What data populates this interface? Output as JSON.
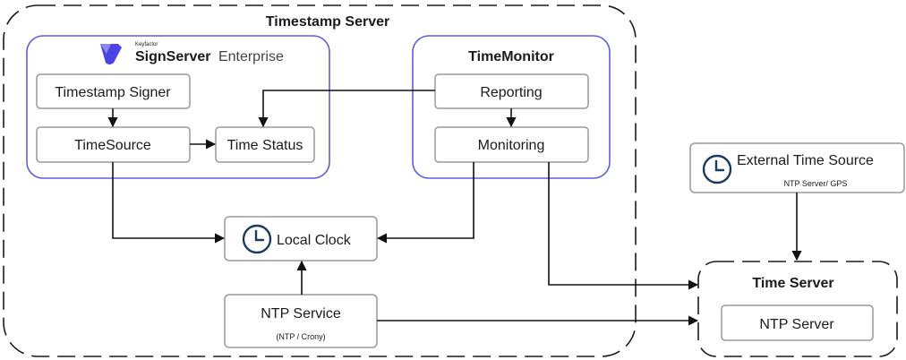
{
  "timestamp_server": {
    "title": "Timestamp Server"
  },
  "signserver": {
    "logo_small": "Keyfactor",
    "logo_name": "SignServer",
    "logo_edition": "Enterprise",
    "timestamp_signer": "Timestamp Signer",
    "timesource": "TimeSource",
    "time_status": "Time Status"
  },
  "timemonitor": {
    "title": "TimeMonitor",
    "reporting": "Reporting",
    "monitoring": "Monitoring"
  },
  "local_clock": {
    "label": "Local Clock",
    "icon": "clock-icon"
  },
  "ntp_service": {
    "label": "NTP Service",
    "sub": "(NTP / Crony)"
  },
  "external_time_source": {
    "label": "External Time Source",
    "sub": "NTP Server/ GPS",
    "icon": "clock-icon"
  },
  "time_server": {
    "title": "Time Server",
    "ntp_server": "NTP Server"
  },
  "colors": {
    "group_border": "#5b5fe0",
    "logo": "#4b43e6",
    "clock": "#1b3a63"
  }
}
